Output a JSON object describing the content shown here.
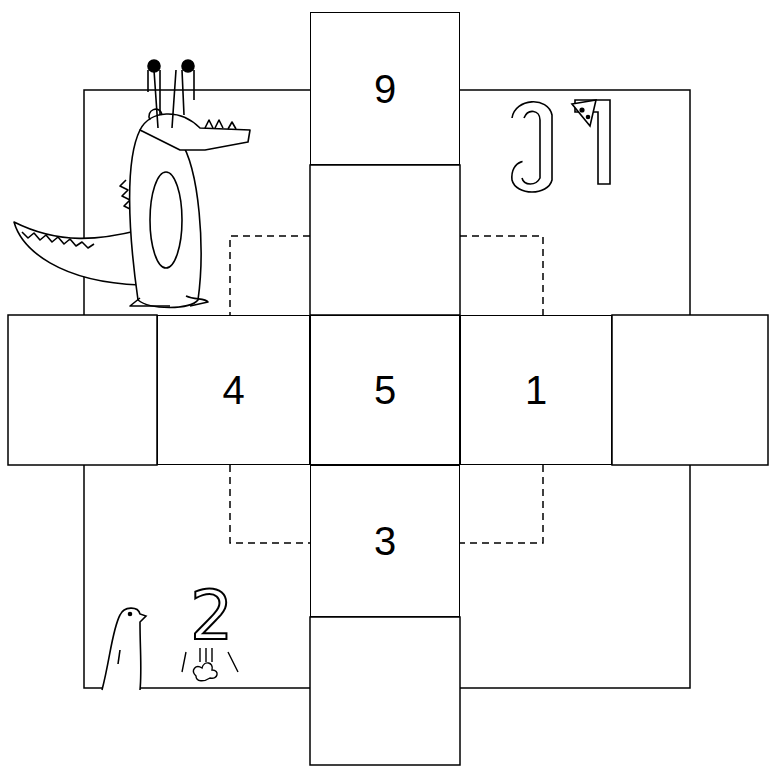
{
  "diagram": {
    "nodes": [
      {
        "text": [
          "9"
        ]
      },
      {
        "text": [
          "4"
        ]
      },
      {
        "text": [
          "5"
        ]
      },
      {
        "text": [
          "1"
        ]
      },
      {
        "text": [
          "3"
        ]
      }
    ],
    "labels": [
      "2"
    ]
  }
}
